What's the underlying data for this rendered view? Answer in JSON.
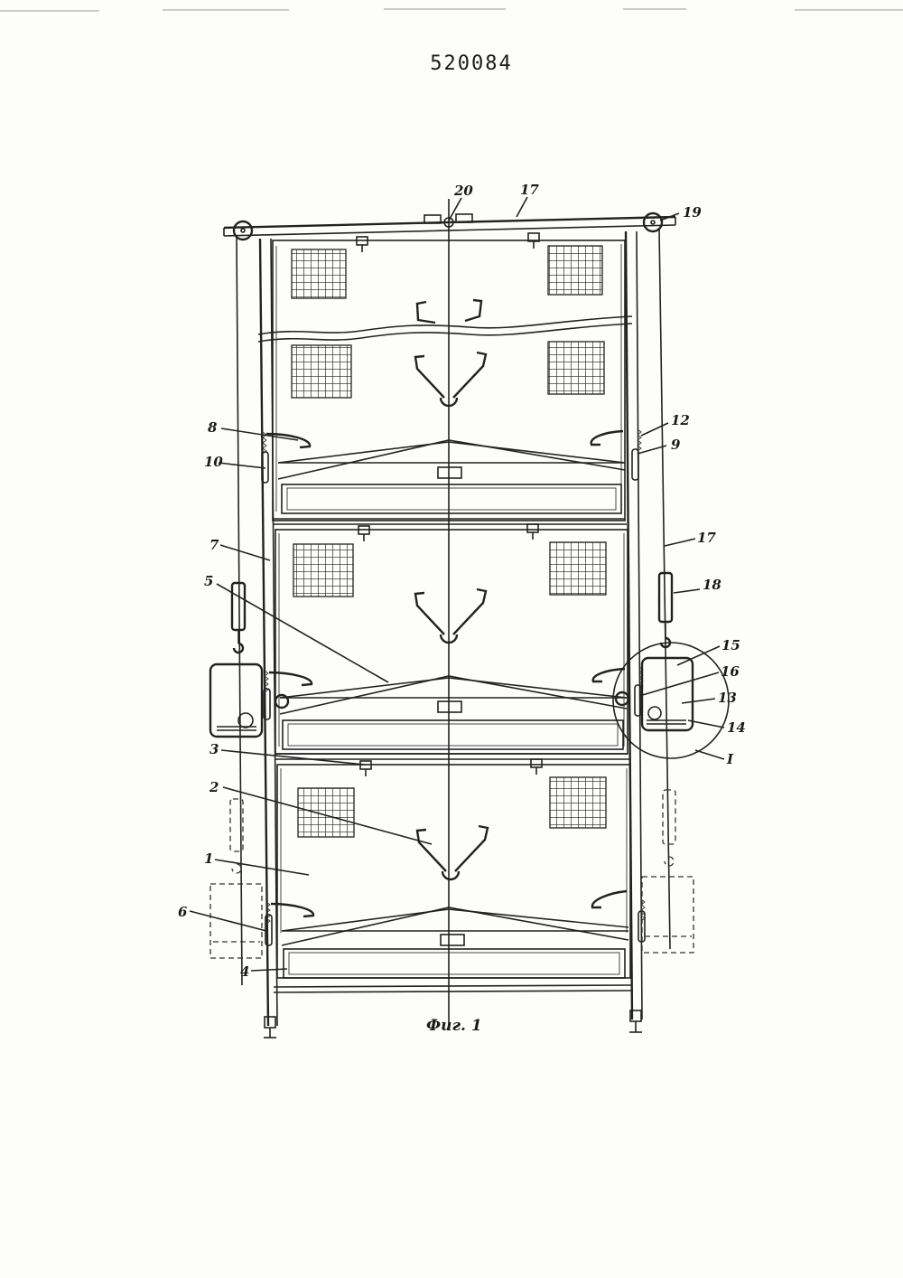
{
  "document": {
    "number": "520084",
    "figure_caption": "Фиг. 1"
  },
  "labels": {
    "l1": "1",
    "l2": "2",
    "l3": "3",
    "l4": "4",
    "l5": "5",
    "l6": "6",
    "l7": "7",
    "l8": "8",
    "l9": "9",
    "l10": "10",
    "l12": "12",
    "l13": "13",
    "l14": "14",
    "l15": "15",
    "l16": "16",
    "l17a": "17",
    "l17b": "17",
    "l18": "18",
    "l19": "19",
    "l20": "20",
    "lI": "I"
  }
}
